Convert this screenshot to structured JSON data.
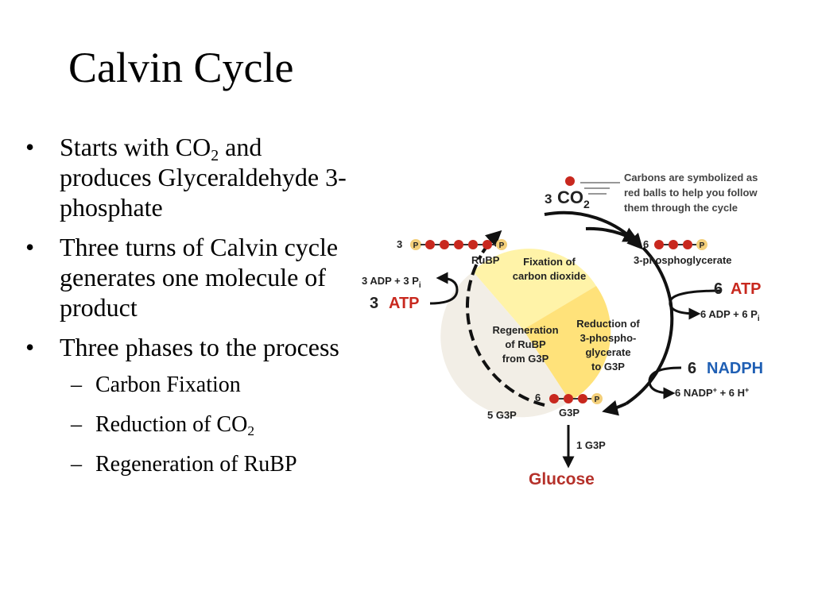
{
  "title": "Calvin Cycle",
  "bullets": [
    {
      "pre": "Starts with CO",
      "sub": "2",
      "post": " and produces Glyceraldehyde 3-phosphate"
    },
    {
      "text": "Three turns of Calvin cycle generates one molecule of product"
    },
    {
      "text": "Three phases to the process"
    }
  ],
  "subbullets": [
    {
      "pre": "Carbon Fixation",
      "sub": "",
      "post": ""
    },
    {
      "pre": "Reduction of CO",
      "sub": "2",
      "post": ""
    },
    {
      "pre": "Regeneration of RuBP",
      "sub": "",
      "post": ""
    }
  ],
  "bullet_glyph": "•",
  "dash_glyph": "–",
  "diagram": {
    "callout": [
      "Carbons are symbolized as",
      "red balls to help you follow",
      "them through the cycle"
    ],
    "co2": {
      "count": "3",
      "label": "CO",
      "sub": "2"
    },
    "rubp": {
      "count": "3",
      "label": "RuBP",
      "p": "P"
    },
    "pga": {
      "count": "6",
      "label": "3-phosphoglycerate",
      "p": "P"
    },
    "g3p": {
      "count": "6",
      "label": "G3P",
      "p": "P"
    },
    "phases": {
      "fixation": [
        "Fixation of",
        "carbon dioxide"
      ],
      "reduction": [
        "Reduction of",
        "3-phospho-",
        "glycerate",
        "to G3P"
      ],
      "regeneration": [
        "Regeneration",
        "of RuBP",
        "from G3P"
      ]
    },
    "atp_in_right": {
      "count": "6",
      "label": "ATP"
    },
    "adp_out_right": {
      "text": "6 ADP  +  6 P",
      "sub": "i"
    },
    "nadph_in": {
      "count": "6",
      "label": "NADPH"
    },
    "nadp_out": {
      "text": "6 NADP",
      "sup": "+",
      "rest": "  +  6 H",
      "sup2": "+"
    },
    "atp_in_left": {
      "count": "3",
      "label": "ATP"
    },
    "adp_out_left": {
      "text": "3 ADP  +  3 P",
      "sub": "i"
    },
    "five_g3p": "5 G3P",
    "one_g3p": "1 G3P",
    "glucose": "Glucose",
    "colors": {
      "fixation": "#fff3a8",
      "reduction": "#ffe27a",
      "regeneration": "#f2eee6",
      "ball": "#c8281e",
      "phosphate": "#f3cf7a",
      "atp": "#c8281e",
      "nadph": "#1f5fb4",
      "glucose": "#b5312a",
      "text": "#222222"
    }
  }
}
